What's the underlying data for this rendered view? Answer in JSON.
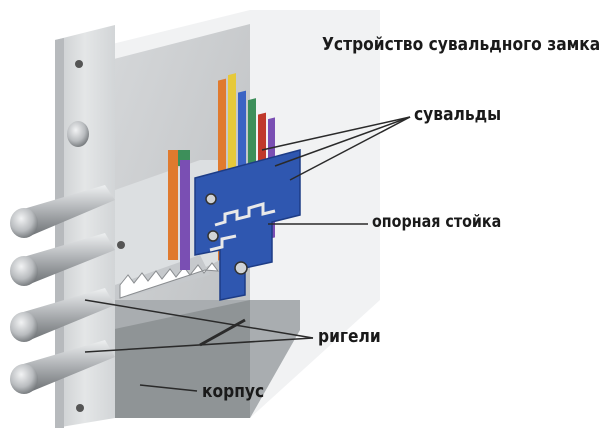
{
  "title": "Устройство сувальдного замка",
  "labels": {
    "suvaldy": "сувальды",
    "opornaya_stoika": "опорная стойка",
    "rigeli": "ригели",
    "korpus": "корпус"
  },
  "colors": {
    "plate": "#d9dcde",
    "plate_dark": "#a7aaad",
    "bolt": "#b9bcbf",
    "support_post": "#2f57b0",
    "lever_colors": [
      "#3a63c4",
      "#e07a2e",
      "#e6c93a",
      "#3d8f5a",
      "#c0392b",
      "#7a4fb3",
      "#e9e9e9"
    ]
  }
}
